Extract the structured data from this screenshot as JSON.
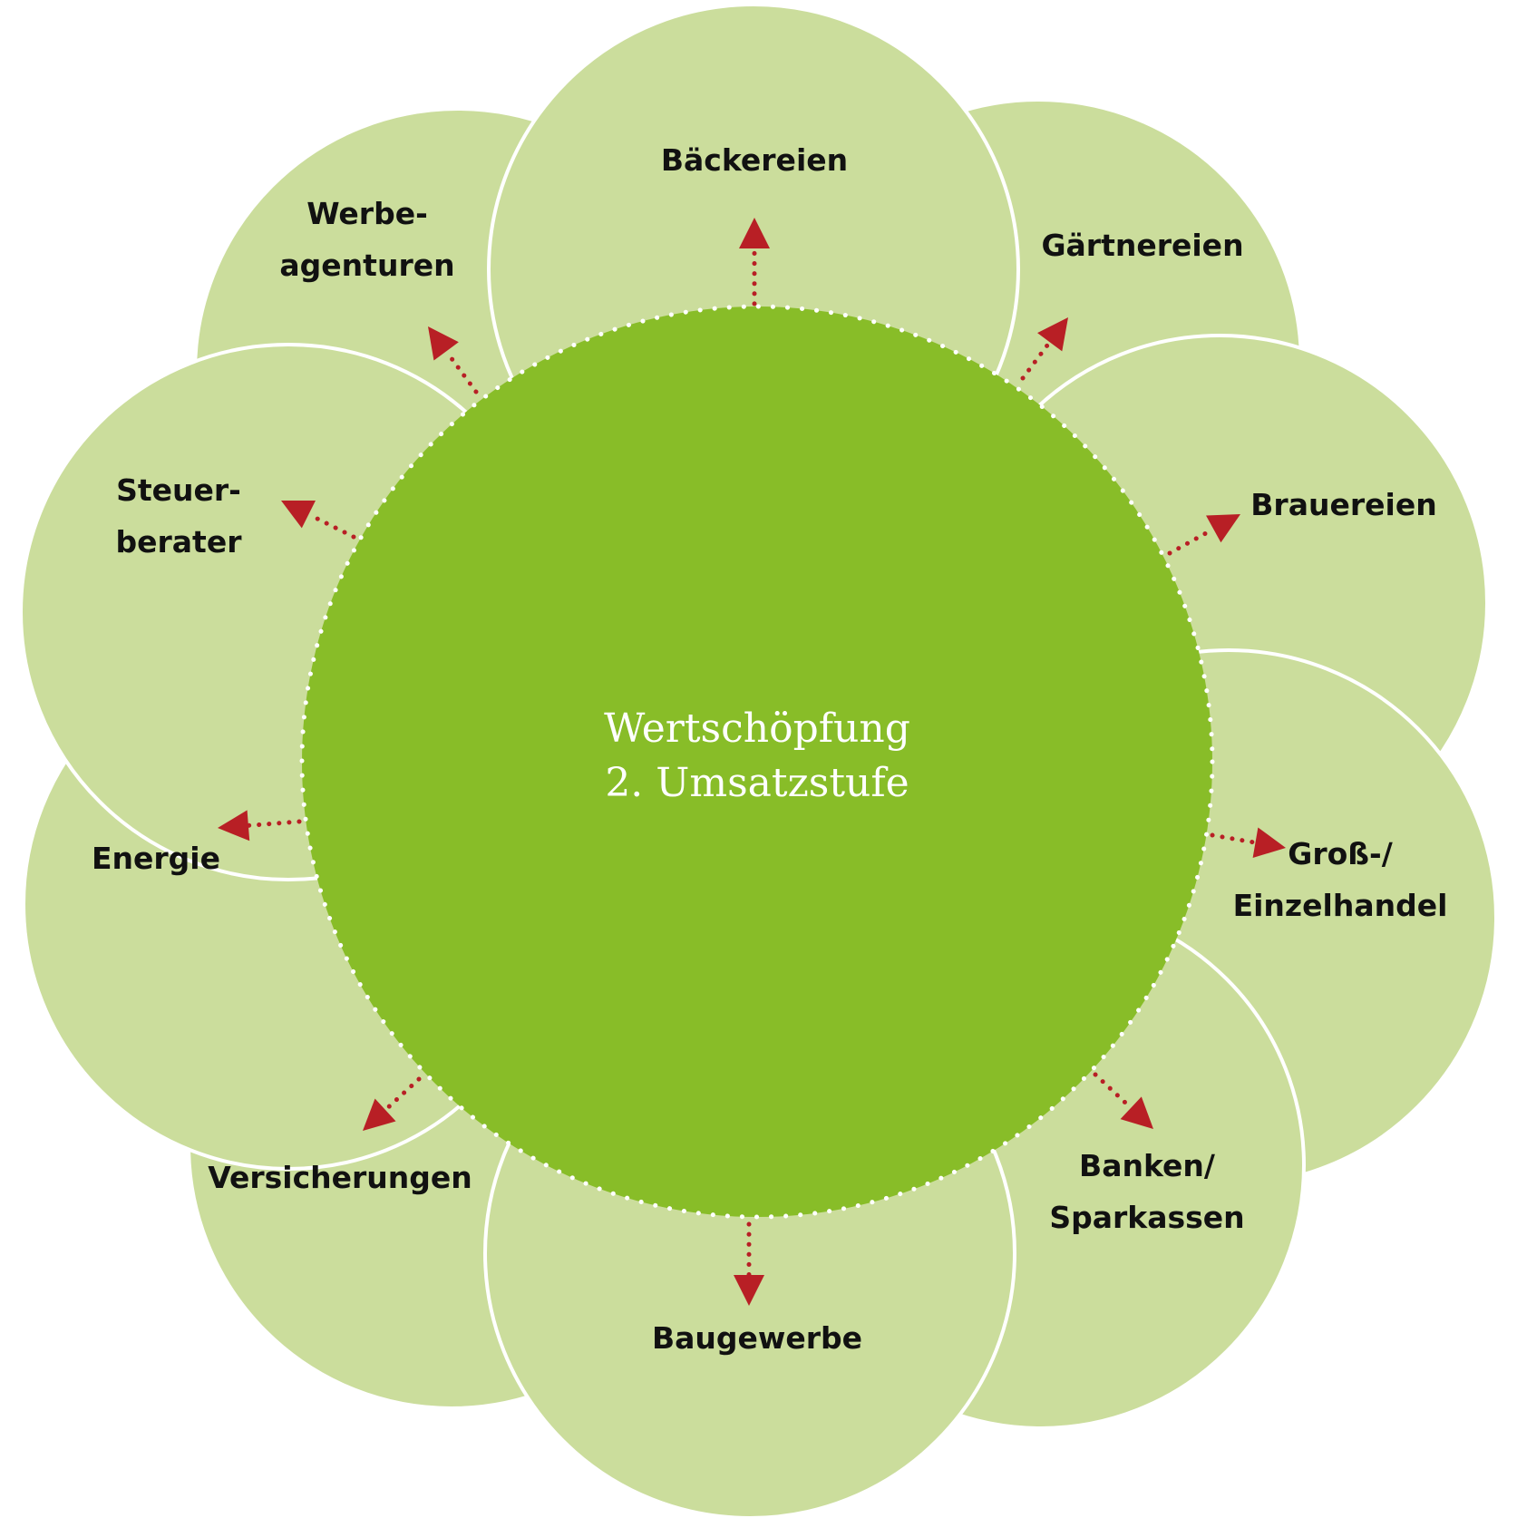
{
  "diagram": {
    "center": {
      "lines": [
        "Wertschöpfung",
        "2. Umsatzstufe"
      ]
    },
    "petals": [
      {
        "id": "werbeagenturen",
        "lines": [
          "Werbe-",
          "agenturen"
        ]
      },
      {
        "id": "gaertnereien",
        "lines": [
          "Gärtnereien"
        ]
      },
      {
        "id": "brauereien",
        "lines": [
          "Brauereien"
        ]
      },
      {
        "id": "grosshandel",
        "lines": [
          "Groß-/",
          "Einzelhandel"
        ]
      },
      {
        "id": "banken",
        "lines": [
          "Banken/",
          "Sparkassen"
        ]
      },
      {
        "id": "versicherungen",
        "lines": [
          "Versicherungen"
        ]
      },
      {
        "id": "energie",
        "lines": [
          "Energie"
        ]
      },
      {
        "id": "steuerberater",
        "lines": [
          "Steuer-",
          "berater"
        ]
      },
      {
        "id": "baeckereien",
        "lines": [
          "Bäckereien"
        ]
      },
      {
        "id": "baugewerbe",
        "lines": [
          "Baugewerbe"
        ]
      }
    ],
    "colors": {
      "petal_fill": "#cbdd9c",
      "petal_stroke": "#ffffff",
      "center_fill": "#88bd28",
      "center_dots": "#ffffff",
      "arrow": "#b81f25",
      "label_text": "#111111",
      "center_text": "#ffffff"
    }
  }
}
